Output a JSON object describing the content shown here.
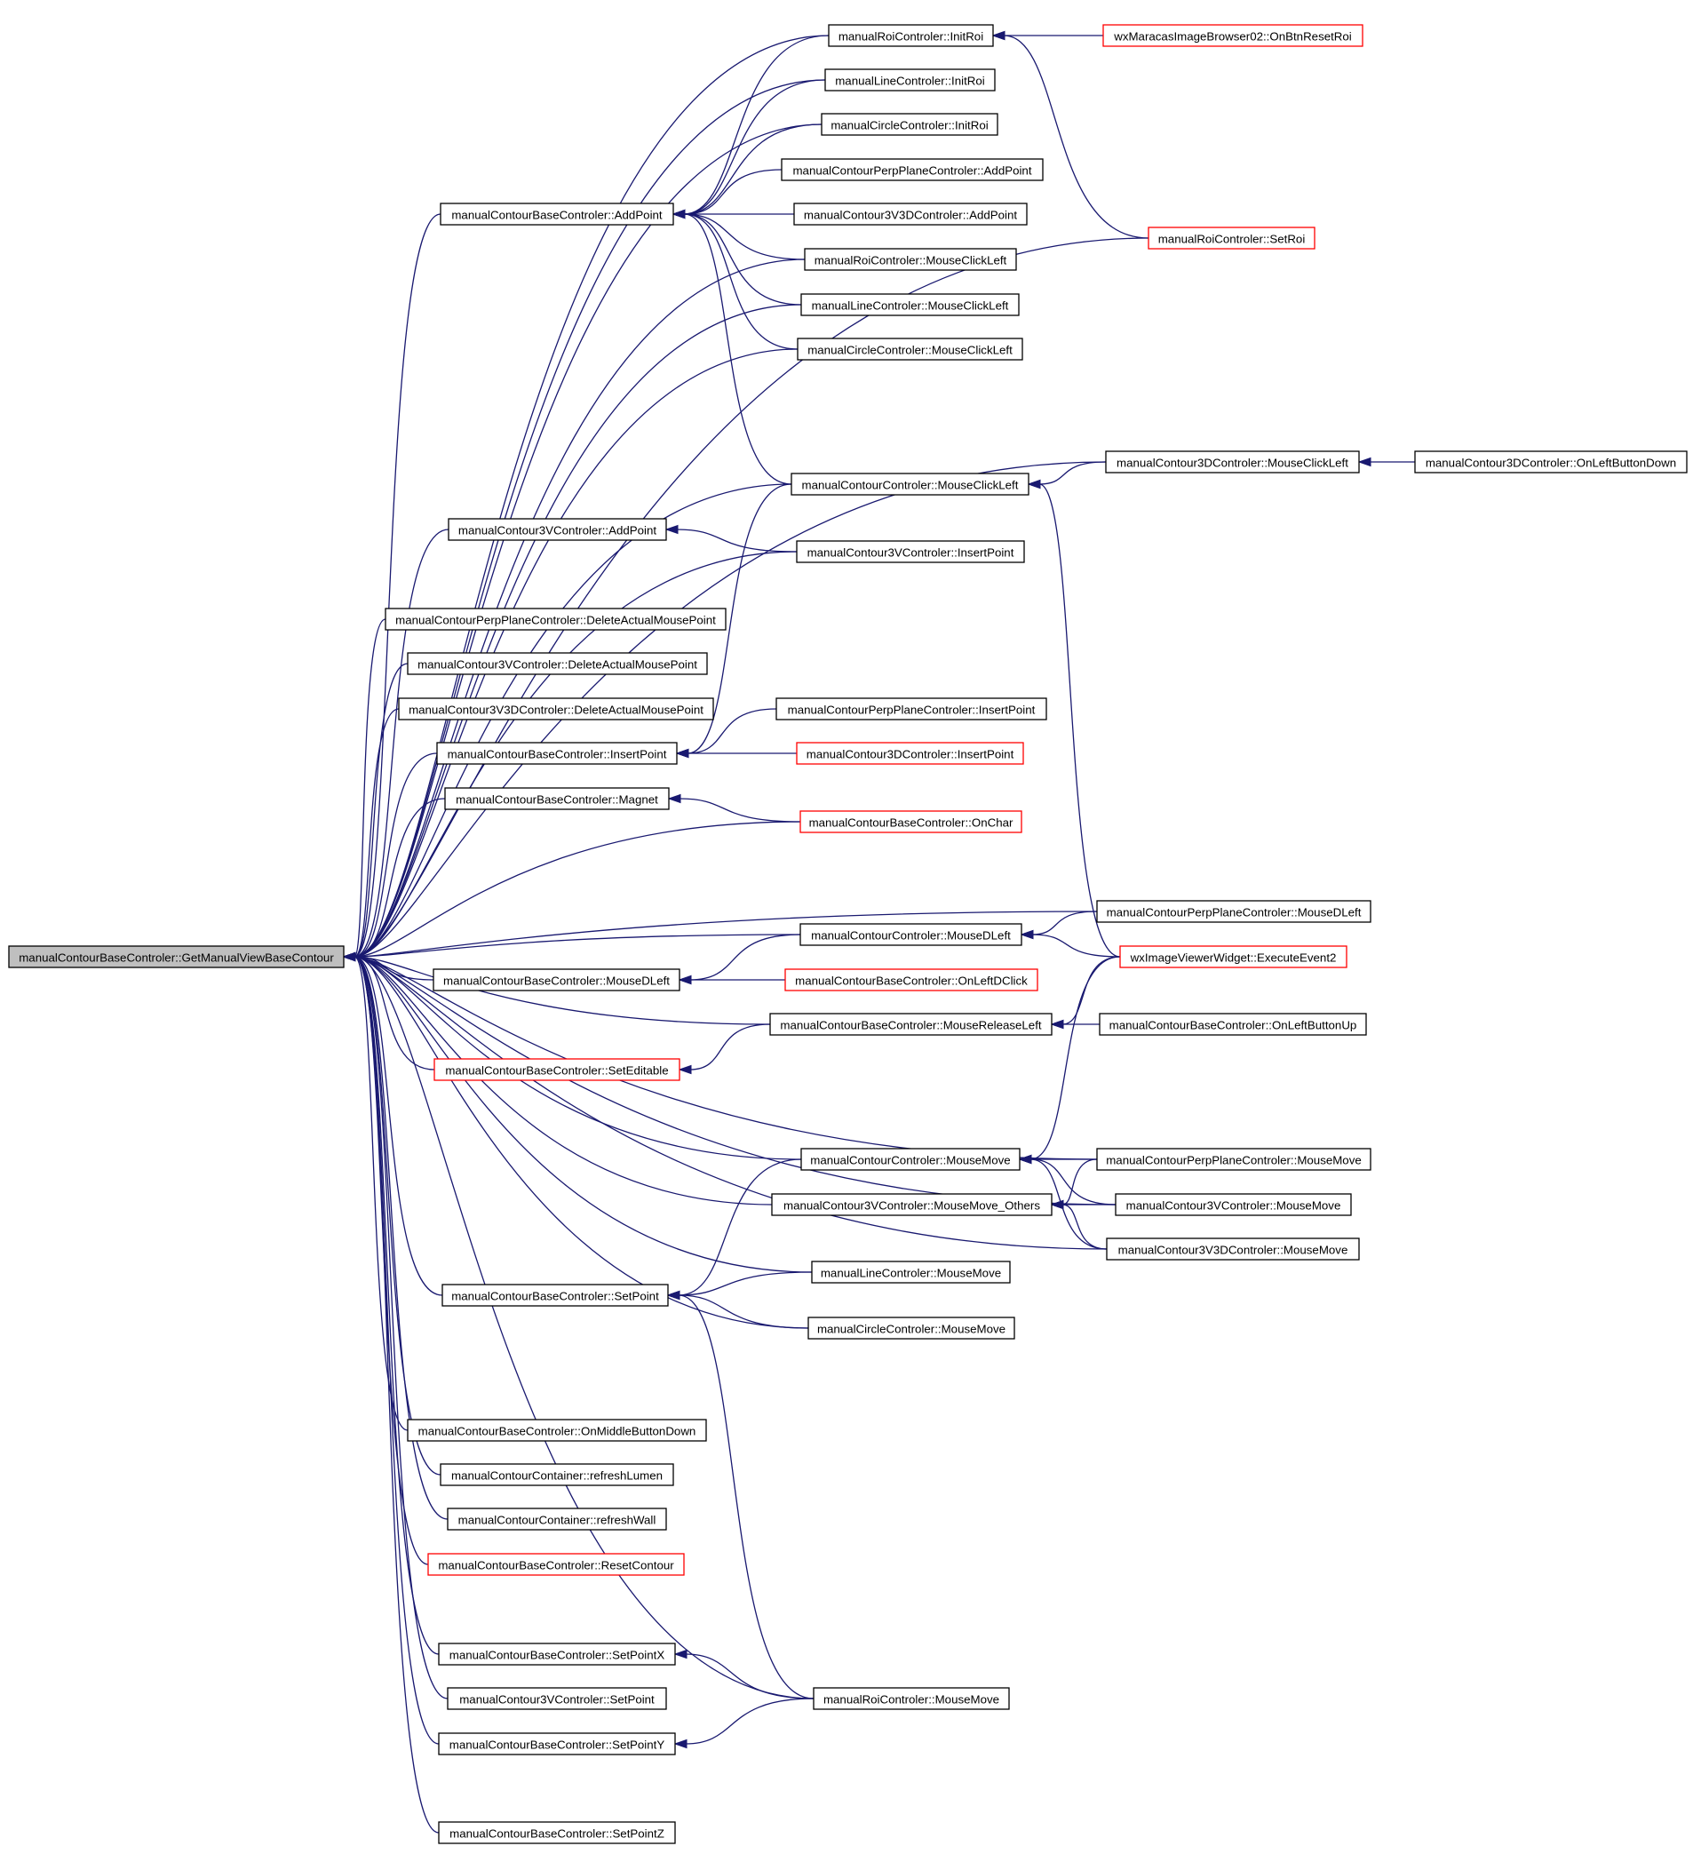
{
  "graph": {
    "edge_color": "#191970",
    "truncated_border_color": "#ff0000",
    "focus_fill_color": "#bfbfbf",
    "nodes": [
      {
        "id": "GetManualViewBaseContour",
        "label": "manualContourBaseControler::GetManualViewBaseContour",
        "focus": true
      },
      {
        "id": "RoiInitRoi",
        "label": "manualRoiControler::InitRoi"
      },
      {
        "id": "OnBtnResetRoi",
        "label": "wxMaracasImageBrowser02::OnBtnResetRoi",
        "truncated": true
      },
      {
        "id": "LineInitRoi",
        "label": "manualLineControler::InitRoi"
      },
      {
        "id": "CircleInitRoi",
        "label": "manualCircleControler::InitRoi"
      },
      {
        "id": "PerpAddPoint",
        "label": "manualContourPerpPlaneControler::AddPoint"
      },
      {
        "id": "BaseAddPoint",
        "label": "manualContourBaseControler::AddPoint"
      },
      {
        "id": "V3DAddPoint",
        "label": "manualContour3V3DControler::AddPoint"
      },
      {
        "id": "SetRoi",
        "label": "manualRoiControler::SetRoi",
        "truncated": true
      },
      {
        "id": "RoiMouseClickLeft",
        "label": "manualRoiControler::MouseClickLeft"
      },
      {
        "id": "LineMouseClickLeft",
        "label": "manualLineControler::MouseClickLeft"
      },
      {
        "id": "CircleMouseClickLeft",
        "label": "manualCircleControler::MouseClickLeft"
      },
      {
        "id": "C3DMouseClickLeft",
        "label": "manualContour3DControler::MouseClickLeft"
      },
      {
        "id": "C3DOnLeftButtonDown",
        "label": "manualContour3DControler::OnLeftButtonDown"
      },
      {
        "id": "ContourMouseClickLeft",
        "label": "manualContourControler::MouseClickLeft"
      },
      {
        "id": "V3AddPoint",
        "label": "manualContour3VControler::AddPoint"
      },
      {
        "id": "V3InsertPoint",
        "label": "manualContour3VControler::InsertPoint"
      },
      {
        "id": "PerpDeleteActual",
        "label": "manualContourPerpPlaneControler::DeleteActualMousePoint"
      },
      {
        "id": "V3DeleteActual",
        "label": "manualContour3VControler::DeleteActualMousePoint"
      },
      {
        "id": "V3DDeleteActual",
        "label": "manualContour3V3DControler::DeleteActualMousePoint"
      },
      {
        "id": "PerpInsertPoint",
        "label": "manualContourPerpPlaneControler::InsertPoint"
      },
      {
        "id": "BaseInsertPoint",
        "label": "manualContourBaseControler::InsertPoint"
      },
      {
        "id": "C3DInsertPoint",
        "label": "manualContour3DControler::InsertPoint",
        "truncated": true
      },
      {
        "id": "Magnet",
        "label": "manualContourBaseControler::Magnet"
      },
      {
        "id": "OnChar",
        "label": "manualContourBaseControler::OnChar",
        "truncated": true
      },
      {
        "id": "PerpMouseDLeft",
        "label": "manualContourPerpPlaneControler::MouseDLeft"
      },
      {
        "id": "ContourMouseDLeft",
        "label": "manualContourControler::MouseDLeft"
      },
      {
        "id": "ExecuteEvent2",
        "label": "wxImageViewerWidget::ExecuteEvent2",
        "truncated": true
      },
      {
        "id": "BaseMouseDLeft",
        "label": "manualContourBaseControler::MouseDLeft"
      },
      {
        "id": "OnLeftDClick",
        "label": "manualContourBaseControler::OnLeftDClick",
        "truncated": true
      },
      {
        "id": "MouseReleaseLeft",
        "label": "manualContourBaseControler::MouseReleaseLeft"
      },
      {
        "id": "OnLeftButtonUp",
        "label": "manualContourBaseControler::OnLeftButtonUp"
      },
      {
        "id": "SetEditable",
        "label": "manualContourBaseControler::SetEditable",
        "truncated": true
      },
      {
        "id": "ContourMouseMove",
        "label": "manualContourControler::MouseMove"
      },
      {
        "id": "PerpMouseMove",
        "label": "manualContourPerpPlaneControler::MouseMove"
      },
      {
        "id": "V3MouseMoveOthers",
        "label": "manualContour3VControler::MouseMove_Others"
      },
      {
        "id": "V3MouseMove",
        "label": "manualContour3VControler::MouseMove"
      },
      {
        "id": "V3DMouseMove",
        "label": "manualContour3V3DControler::MouseMove"
      },
      {
        "id": "LineMouseMove",
        "label": "manualLineControler::MouseMove"
      },
      {
        "id": "BaseSetPoint",
        "label": "manualContourBaseControler::SetPoint"
      },
      {
        "id": "CircleMouseMove",
        "label": "manualCircleControler::MouseMove"
      },
      {
        "id": "OnMiddleButtonDown",
        "label": "manualContourBaseControler::OnMiddleButtonDown"
      },
      {
        "id": "RefreshLumen",
        "label": "manualContourContainer::refreshLumen"
      },
      {
        "id": "RefreshWall",
        "label": "manualContourContainer::refreshWall"
      },
      {
        "id": "ResetContour",
        "label": "manualContourBaseControler::ResetContour",
        "truncated": true
      },
      {
        "id": "SetPointX",
        "label": "manualContourBaseControler::SetPointX"
      },
      {
        "id": "V3SetPoint",
        "label": "manualContour3VControler::SetPoint"
      },
      {
        "id": "RoiMouseMove",
        "label": "manualRoiControler::MouseMove"
      },
      {
        "id": "SetPointY",
        "label": "manualContourBaseControler::SetPointY"
      },
      {
        "id": "SetPointZ",
        "label": "manualContourBaseControler::SetPointZ"
      }
    ],
    "edges": [
      [
        "RoiInitRoi",
        "OnBtnResetRoi"
      ],
      [
        "RoiInitRoi",
        "SetRoi"
      ],
      [
        "BaseAddPoint",
        "RoiInitRoi"
      ],
      [
        "BaseAddPoint",
        "LineInitRoi"
      ],
      [
        "BaseAddPoint",
        "CircleInitRoi"
      ],
      [
        "BaseAddPoint",
        "PerpAddPoint"
      ],
      [
        "BaseAddPoint",
        "V3DAddPoint"
      ],
      [
        "BaseAddPoint",
        "RoiMouseClickLeft"
      ],
      [
        "BaseAddPoint",
        "LineMouseClickLeft"
      ],
      [
        "BaseAddPoint",
        "CircleMouseClickLeft"
      ],
      [
        "BaseAddPoint",
        "ContourMouseClickLeft"
      ],
      [
        "C3DMouseClickLeft",
        "C3DOnLeftButtonDown"
      ],
      [
        "ContourMouseClickLeft",
        "C3DMouseClickLeft"
      ],
      [
        "ContourMouseClickLeft",
        "ExecuteEvent2"
      ],
      [
        "V3AddPoint",
        "V3InsertPoint"
      ],
      [
        "BaseInsertPoint",
        "PerpInsertPoint"
      ],
      [
        "BaseInsertPoint",
        "C3DInsertPoint"
      ],
      [
        "BaseInsertPoint",
        "ContourMouseClickLeft"
      ],
      [
        "Magnet",
        "OnChar"
      ],
      [
        "ContourMouseDLeft",
        "PerpMouseDLeft"
      ],
      [
        "ContourMouseDLeft",
        "ExecuteEvent2"
      ],
      [
        "BaseMouseDLeft",
        "ContourMouseDLeft"
      ],
      [
        "BaseMouseDLeft",
        "OnLeftDClick"
      ],
      [
        "MouseReleaseLeft",
        "ExecuteEvent2"
      ],
      [
        "MouseReleaseLeft",
        "OnLeftButtonUp"
      ],
      [
        "SetEditable",
        "MouseReleaseLeft"
      ],
      [
        "ContourMouseMove",
        "ExecuteEvent2"
      ],
      [
        "ContourMouseMove",
        "PerpMouseMove"
      ],
      [
        "ContourMouseMove",
        "V3MouseMove"
      ],
      [
        "ContourMouseMove",
        "V3DMouseMove"
      ],
      [
        "V3MouseMoveOthers",
        "PerpMouseMove"
      ],
      [
        "V3MouseMoveOthers",
        "V3MouseMove"
      ],
      [
        "V3MouseMoveOthers",
        "V3DMouseMove"
      ],
      [
        "BaseSetPoint",
        "ContourMouseMove"
      ],
      [
        "BaseSetPoint",
        "LineMouseMove"
      ],
      [
        "BaseSetPoint",
        "CircleMouseMove"
      ],
      [
        "BaseSetPoint",
        "RoiMouseMove"
      ],
      [
        "SetPointX",
        "RoiMouseMove"
      ],
      [
        "SetPointY",
        "RoiMouseMove"
      ],
      [
        "GetManualViewBaseContour",
        "RoiInitRoi"
      ],
      [
        "GetManualViewBaseContour",
        "LineInitRoi"
      ],
      [
        "GetManualViewBaseContour",
        "CircleInitRoi"
      ],
      [
        "GetManualViewBaseContour",
        "BaseAddPoint"
      ],
      [
        "GetManualViewBaseContour",
        "SetRoi"
      ],
      [
        "GetManualViewBaseContour",
        "RoiMouseClickLeft"
      ],
      [
        "GetManualViewBaseContour",
        "LineMouseClickLeft"
      ],
      [
        "GetManualViewBaseContour",
        "CircleMouseClickLeft"
      ],
      [
        "GetManualViewBaseContour",
        "C3DMouseClickLeft"
      ],
      [
        "GetManualViewBaseContour",
        "ContourMouseClickLeft"
      ],
      [
        "GetManualViewBaseContour",
        "V3AddPoint"
      ],
      [
        "GetManualViewBaseContour",
        "V3InsertPoint"
      ],
      [
        "GetManualViewBaseContour",
        "PerpDeleteActual"
      ],
      [
        "GetManualViewBaseContour",
        "V3DeleteActual"
      ],
      [
        "GetManualViewBaseContour",
        "V3DDeleteActual"
      ],
      [
        "GetManualViewBaseContour",
        "BaseInsertPoint"
      ],
      [
        "GetManualViewBaseContour",
        "Magnet"
      ],
      [
        "GetManualViewBaseContour",
        "OnChar"
      ],
      [
        "GetManualViewBaseContour",
        "PerpMouseDLeft"
      ],
      [
        "GetManualViewBaseContour",
        "ContourMouseDLeft"
      ],
      [
        "GetManualViewBaseContour",
        "BaseMouseDLeft"
      ],
      [
        "GetManualViewBaseContour",
        "MouseReleaseLeft"
      ],
      [
        "GetManualViewBaseContour",
        "SetEditable"
      ],
      [
        "GetManualViewBaseContour",
        "PerpMouseMove"
      ],
      [
        "GetManualViewBaseContour",
        "ContourMouseMove"
      ],
      [
        "GetManualViewBaseContour",
        "V3MouseMoveOthers"
      ],
      [
        "GetManualViewBaseContour",
        "LineMouseMove"
      ],
      [
        "GetManualViewBaseContour",
        "BaseSetPoint"
      ],
      [
        "GetManualViewBaseContour",
        "CircleMouseMove"
      ],
      [
        "GetManualViewBaseContour",
        "V3DMouseMove"
      ],
      [
        "GetManualViewBaseContour",
        "OnMiddleButtonDown"
      ],
      [
        "GetManualViewBaseContour",
        "RefreshLumen"
      ],
      [
        "GetManualViewBaseContour",
        "RefreshWall"
      ],
      [
        "GetManualViewBaseContour",
        "ResetContour"
      ],
      [
        "GetManualViewBaseContour",
        "V3MouseMove"
      ],
      [
        "GetManualViewBaseContour",
        "SetPointX"
      ],
      [
        "GetManualViewBaseContour",
        "V3SetPoint"
      ],
      [
        "GetManualViewBaseContour",
        "SetPointY"
      ],
      [
        "GetManualViewBaseContour",
        "RoiMouseMove"
      ],
      [
        "GetManualViewBaseContour",
        "SetPointZ"
      ]
    ]
  }
}
